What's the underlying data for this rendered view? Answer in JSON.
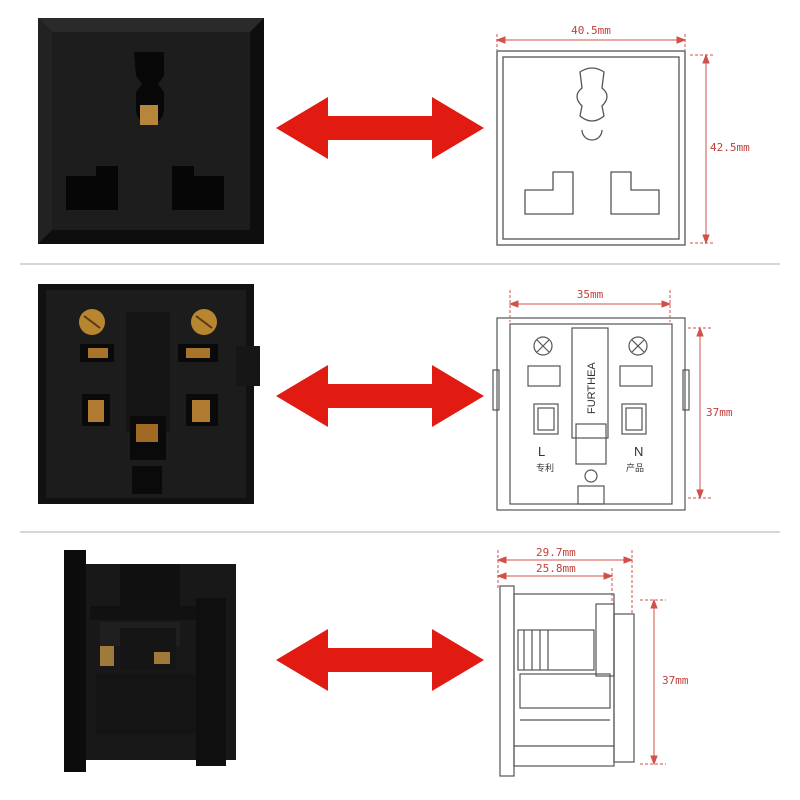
{
  "colors": {
    "arrow": "#e11a12",
    "dimension": "#d0504a",
    "socket_body": "#1c1c1c",
    "drawing_line": "#555555"
  },
  "rows": [
    {
      "name": "front-view",
      "dimensions": {
        "width": "40.5mm",
        "height": "42.5mm"
      }
    },
    {
      "name": "back-view",
      "dimensions": {
        "width": "35mm",
        "height": "37mm"
      },
      "labels": {
        "brand": "FURTHEA",
        "live": "L",
        "neutral": "N",
        "left_note": "专利",
        "right_note": "产品"
      }
    },
    {
      "name": "side-view",
      "dimensions": {
        "depth_outer": "29.7mm",
        "depth_inner": "25.8mm",
        "height": "37mm"
      }
    }
  ]
}
